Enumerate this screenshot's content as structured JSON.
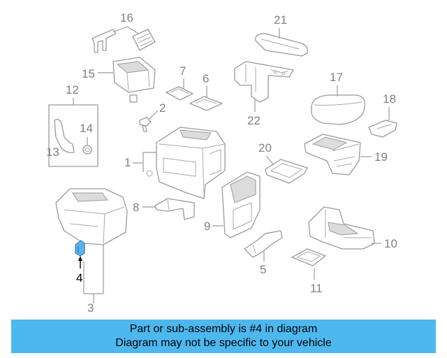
{
  "diagram": {
    "callouts": {
      "c1": "1",
      "c2": "2",
      "c3": "3",
      "c4": "4",
      "c5": "5",
      "c6": "6",
      "c7": "7",
      "c8": "8",
      "c9": "9",
      "c10": "10",
      "c11": "11",
      "c12": "12",
      "c13": "13",
      "c14": "14",
      "c15": "15",
      "c16": "16",
      "c17": "17",
      "c18": "18",
      "c19": "19",
      "c20": "20",
      "c21": "21",
      "c22": "22"
    },
    "highlighted_part": "4",
    "highlight_color": "#5ab4f0",
    "line_color": "#9a9a9a"
  },
  "banner": {
    "line1": "Part or sub-assembly is #4 in diagram",
    "line2": "Diagram may not be specific to your vehicle",
    "background": "#4db8f0"
  }
}
